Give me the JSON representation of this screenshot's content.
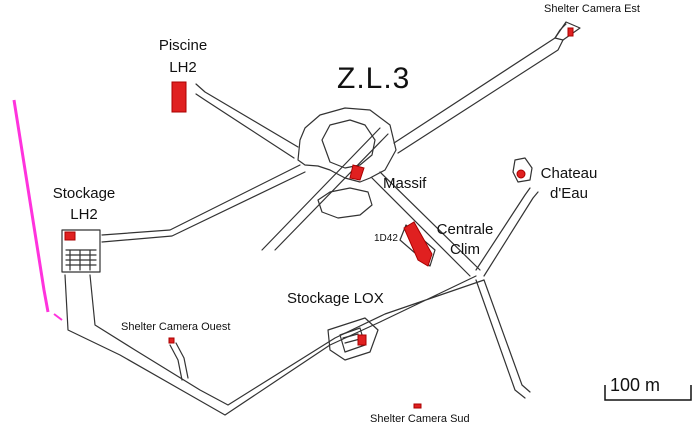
{
  "map": {
    "zone_title": "Z.L.3",
    "labels": {
      "shelter_est": "Shelter Camera Est",
      "piscine": "Piscine",
      "piscine_sub": "LH2",
      "massif": "Massif",
      "chateau_line1": "Chateau",
      "chateau_line2": "d'Eau",
      "stockage_lh2_line1": "Stockage",
      "stockage_lh2_line2": "LH2",
      "code_1d42": "1D42",
      "centrale_line1": "Centrale",
      "centrale_line2": "Clim",
      "stockage_lox": "Stockage LOX",
      "shelter_ouest": "Shelter Camera Ouest",
      "shelter_sud": "Shelter Camera Sud"
    },
    "scale_bar": {
      "label": "100 m"
    },
    "colors": {
      "roads": "#333333",
      "buildings": "#e02020",
      "boundary": "#ff33dd",
      "background": "#ffffff"
    }
  }
}
